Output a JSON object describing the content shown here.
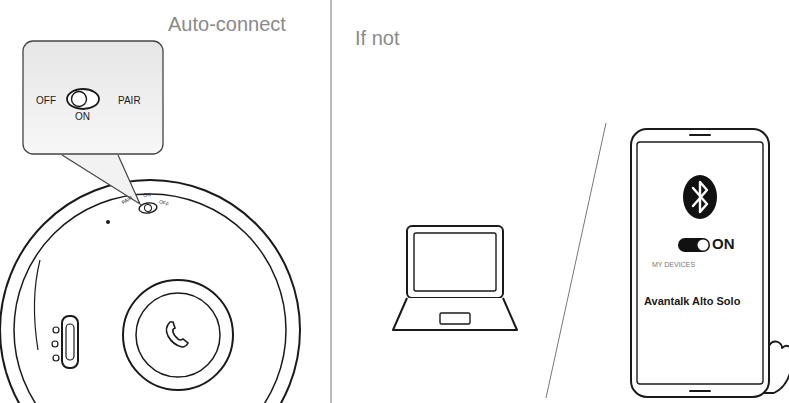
{
  "diagram": {
    "nodes": [
      {
        "text": [
          "OFF",
          "ON",
          "PAIR"
        ]
      },
      {
        "text": [
          "ON",
          "MY DEVICES",
          "Avantalk Alto Solo"
        ]
      }
    ],
    "labels": [
      "Auto-connect",
      "If not",
      "PAIR",
      "ON",
      "OFF"
    ]
  }
}
